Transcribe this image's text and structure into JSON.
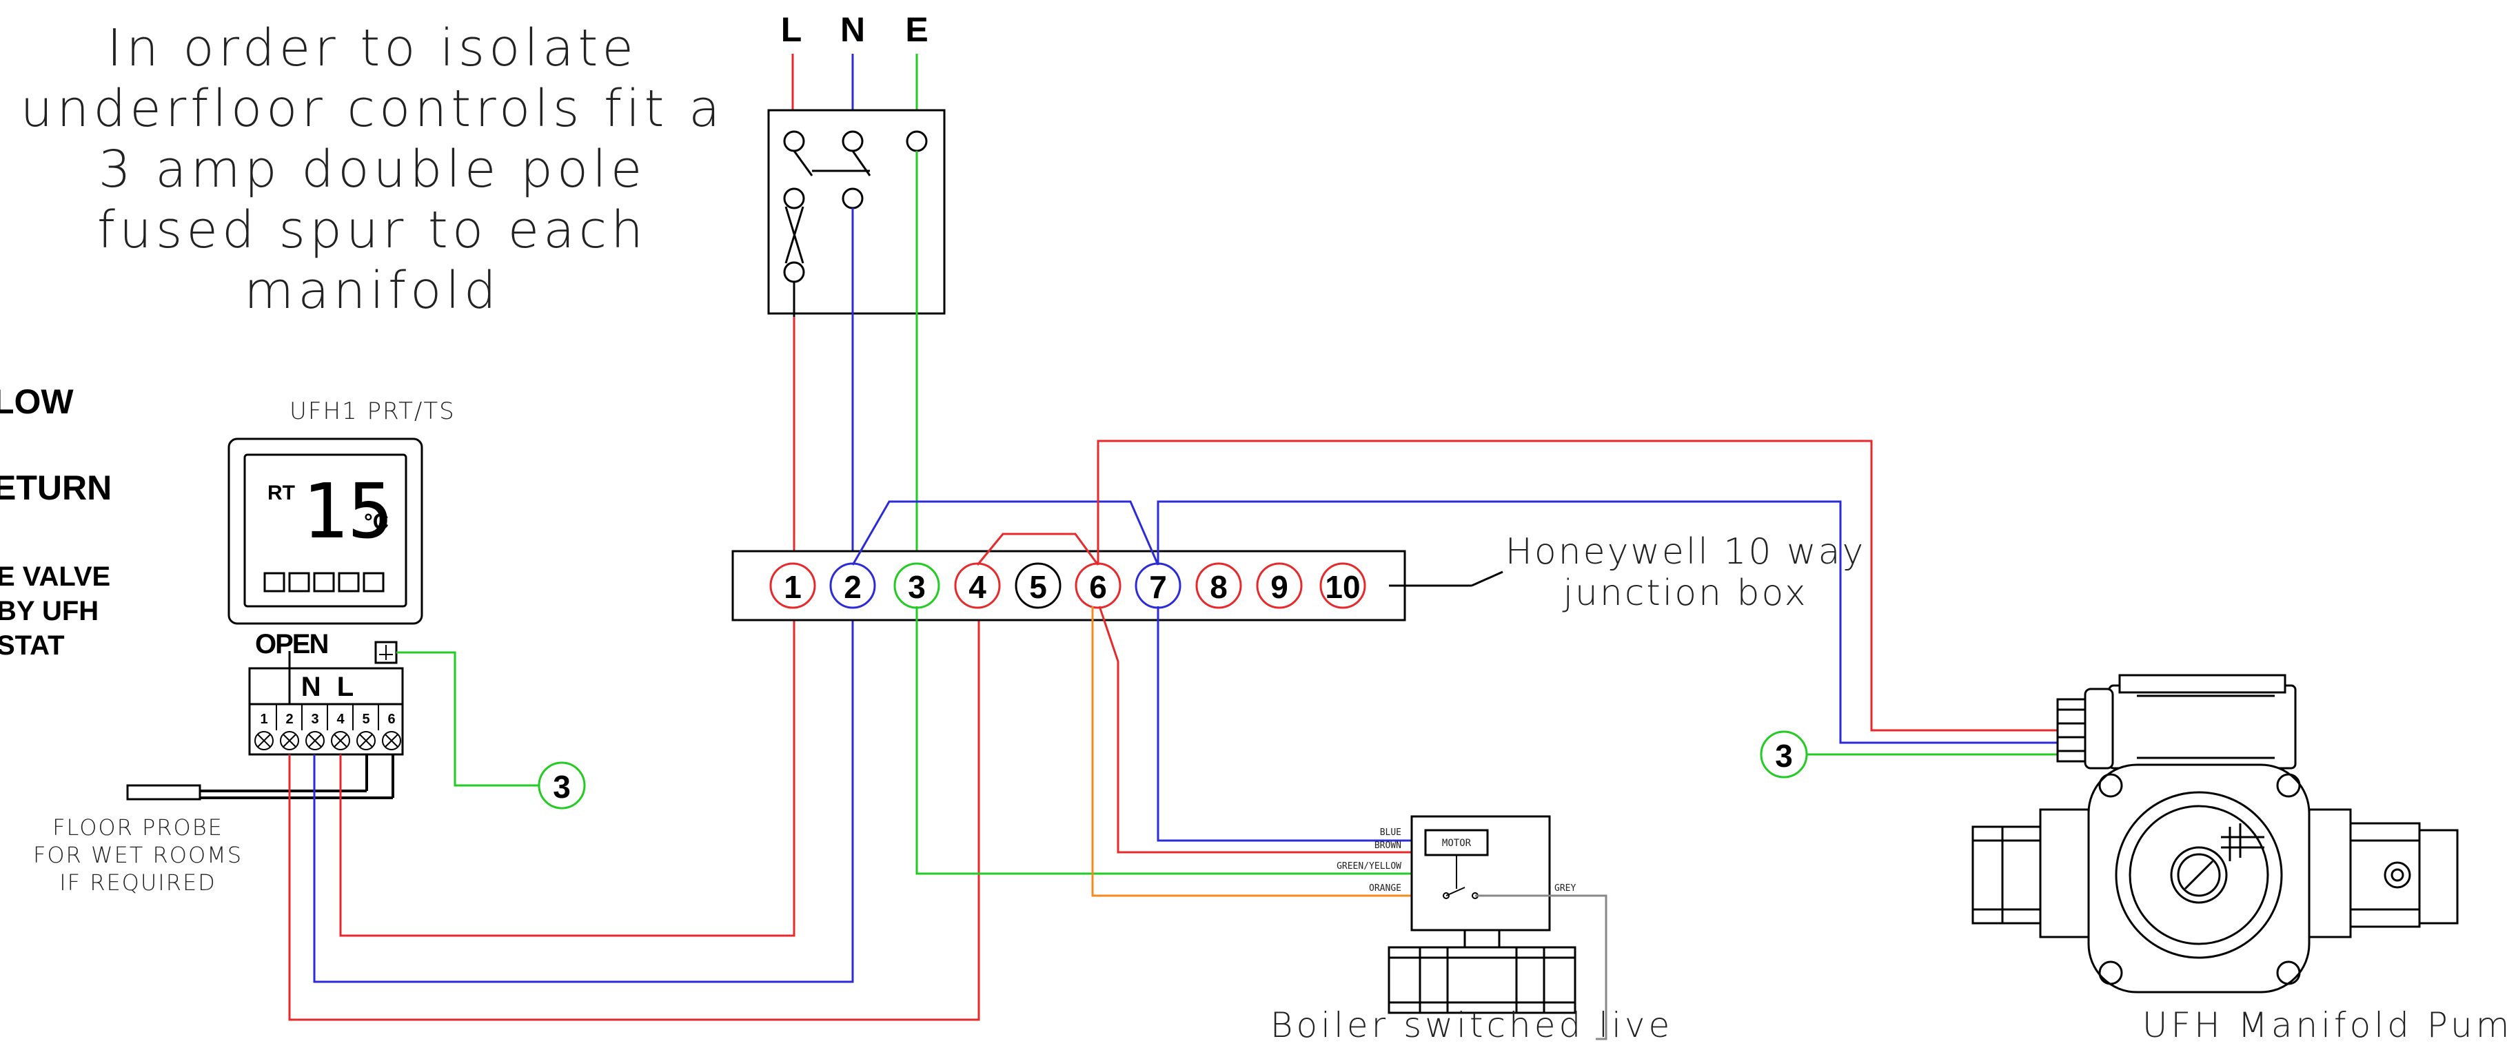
{
  "note": {
    "lines": [
      "In order to isolate",
      "underfloor controls fit a",
      "3 amp double pole",
      "fused spur to each",
      "manifold"
    ]
  },
  "supply": {
    "L": "L",
    "N": "N",
    "E": "E"
  },
  "left_labels": {
    "flow": "LOW",
    "return": "ETURN",
    "valve_lines": [
      "E VALVE",
      "BY UFH",
      "STAT"
    ]
  },
  "thermostat": {
    "model": "UFH1 PRT/TS",
    "display_prefix": "RT",
    "display_value": "15",
    "display_unit": "°C",
    "open_label": "OPEN",
    "nl_label": "N L",
    "terminals": [
      "1",
      "2",
      "3",
      "4",
      "5",
      "6"
    ]
  },
  "floor_probe": {
    "lines": [
      "FLOOR PROBE",
      "FOR WET ROOMS",
      "IF REQUIRED"
    ]
  },
  "junction_box": {
    "label_lines": [
      "Honeywell 10 way",
      "junction box"
    ],
    "terminals": [
      "1",
      "2",
      "3",
      "4",
      "5",
      "6",
      "7",
      "8",
      "9",
      "10"
    ]
  },
  "earth_markers": {
    "thermostat": "3",
    "pump": "3"
  },
  "valve": {
    "motor_label": "MOTOR",
    "wires": [
      "BLUE",
      "BROWN",
      "GREEN/YELLOW",
      "ORANGE"
    ],
    "grey_label": "GREY",
    "caption": "Boiler switched live"
  },
  "pump": {
    "caption": "UFH Manifold Pump"
  },
  "colors": {
    "live": "#e8292b",
    "neutral": "#2b2bd8",
    "earth": "#22cc22",
    "orange": "#f58a1f",
    "grey": "#888888",
    "black": "#000000"
  }
}
